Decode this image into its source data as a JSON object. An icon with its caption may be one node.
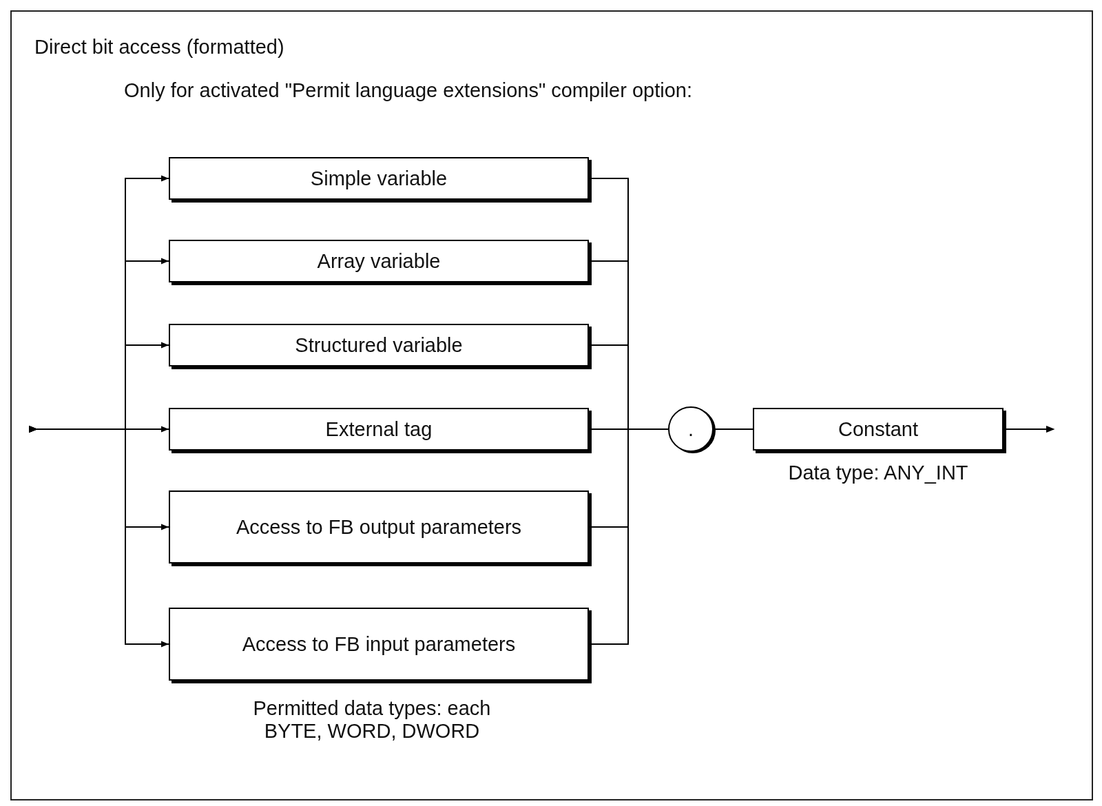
{
  "diagram": {
    "title": "Direct bit access (formatted)",
    "nodes": [
      {
        "text": [
          "Simple variable"
        ]
      },
      {
        "text": [
          "Array variable"
        ]
      },
      {
        "text": [
          "Structured variable"
        ]
      },
      {
        "text": [
          "External tag"
        ]
      },
      {
        "text": [
          "Access to FB output parameters"
        ]
      },
      {
        "text": [
          "Access to FB input parameters"
        ]
      },
      {
        "text": [
          "."
        ]
      },
      {
        "text": [
          "Constant"
        ],
        "beside": [
          "Data type: ANY_INT"
        ]
      }
    ],
    "edges": [
      {
        "from": null,
        "to": 0,
        "arrow": "to"
      },
      {
        "from": null,
        "to": 1,
        "arrow": "to"
      },
      {
        "from": null,
        "to": 2,
        "arrow": "to"
      },
      {
        "from": null,
        "to": 3,
        "arrow": "to"
      },
      {
        "from": null,
        "to": 4,
        "arrow": "to"
      },
      {
        "from": null,
        "to": 5,
        "arrow": "to"
      },
      {
        "from": 0,
        "to": 6,
        "arrow": "none"
      },
      {
        "from": 1,
        "to": 6,
        "arrow": "none"
      },
      {
        "from": 2,
        "to": 6,
        "arrow": "none"
      },
      {
        "from": 3,
        "to": 6,
        "arrow": "none"
      },
      {
        "from": 4,
        "to": 6,
        "arrow": "none"
      },
      {
        "from": 5,
        "to": 6,
        "arrow": "none"
      },
      {
        "from": 6,
        "to": 7,
        "arrow": "none"
      },
      {
        "from": 7,
        "to": null,
        "arrow": "to"
      }
    ],
    "labels": [
      "Only for activated \"Permit language extensions\" compiler option:",
      "Permitted data types: each BYTE, WORD, DWORD"
    ]
  }
}
